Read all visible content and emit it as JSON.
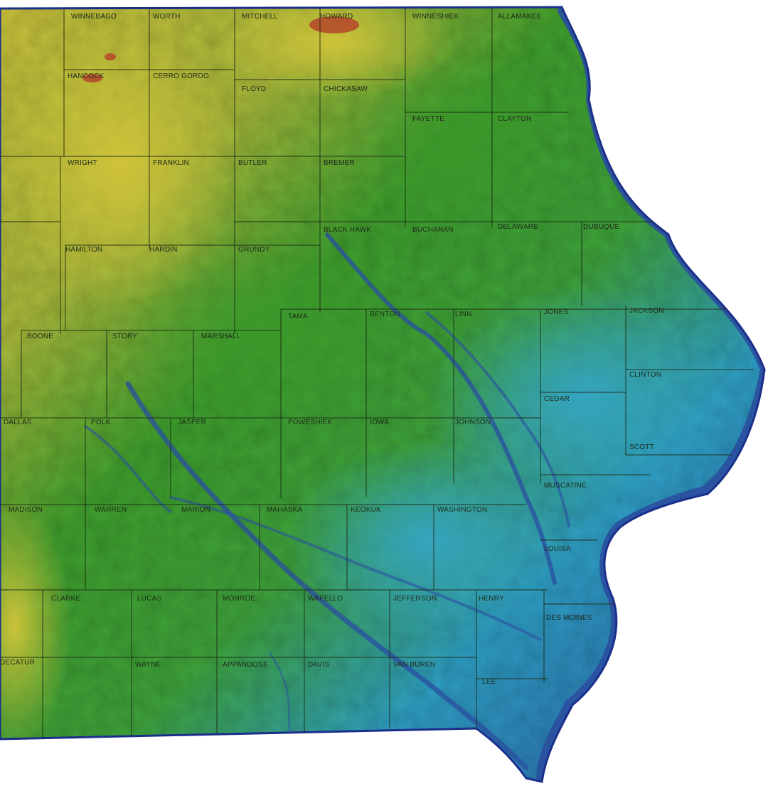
{
  "map": {
    "region": "Iowa relief map (eastern portion)",
    "colors": {
      "highland_yellow": "#c9c13a",
      "upland_green": "#3f9f2e",
      "lowland_cyan": "#2f9fc4",
      "river_blue": "#2a4fa0",
      "peak_red": "#b5452a",
      "water": "#1b2f8a",
      "county_line": "#1d2a14"
    },
    "counties": [
      {
        "id": "winnebago",
        "label": "WINNEBAGO"
      },
      {
        "id": "worth",
        "label": "WORTH"
      },
      {
        "id": "mitchell",
        "label": "MITCHELL"
      },
      {
        "id": "howard",
        "label": "HOWARD"
      },
      {
        "id": "winneshiek",
        "label": "WINNESHIEK"
      },
      {
        "id": "allamakee",
        "label": "ALLAMAKEE"
      },
      {
        "id": "hancock",
        "label": "HANCOCK"
      },
      {
        "id": "cerro-gordo",
        "label": "CERRO GORDO"
      },
      {
        "id": "floyd",
        "label": "FLOYD"
      },
      {
        "id": "chickasaw",
        "label": "CHICKASAW"
      },
      {
        "id": "fayette",
        "label": "FAYETTE"
      },
      {
        "id": "clayton",
        "label": "CLAYTON"
      },
      {
        "id": "wright",
        "label": "WRIGHT"
      },
      {
        "id": "franklin",
        "label": "FRANKLIN"
      },
      {
        "id": "butler",
        "label": "BUTLER"
      },
      {
        "id": "bremer",
        "label": "BREMER"
      },
      {
        "id": "black-hawk",
        "label": "BLACK HAWK"
      },
      {
        "id": "buchanan",
        "label": "BUCHANAN"
      },
      {
        "id": "delaware",
        "label": "DELAWARE"
      },
      {
        "id": "dubuque",
        "label": "DUBUQUE"
      },
      {
        "id": "hamilton",
        "label": "HAMILTON"
      },
      {
        "id": "hardin",
        "label": "HARDIN"
      },
      {
        "id": "grundy",
        "label": "GRUNDY"
      },
      {
        "id": "tama",
        "label": "TAMA"
      },
      {
        "id": "benton",
        "label": "BENTON"
      },
      {
        "id": "linn",
        "label": "LINN"
      },
      {
        "id": "jones",
        "label": "JONES"
      },
      {
        "id": "jackson",
        "label": "JACKSON"
      },
      {
        "id": "boone",
        "label": "BOONE"
      },
      {
        "id": "story",
        "label": "STORY"
      },
      {
        "id": "marshall",
        "label": "MARSHALL"
      },
      {
        "id": "clinton",
        "label": "CLINTON"
      },
      {
        "id": "cedar",
        "label": "CEDAR"
      },
      {
        "id": "dallas",
        "label": "DALLAS"
      },
      {
        "id": "polk",
        "label": "POLK"
      },
      {
        "id": "jasper",
        "label": "JASPER"
      },
      {
        "id": "poweshiek",
        "label": "POWESHIEK"
      },
      {
        "id": "iowa",
        "label": "IOWA"
      },
      {
        "id": "johnson",
        "label": "JOHNSON"
      },
      {
        "id": "scott",
        "label": "SCOTT"
      },
      {
        "id": "muscatine",
        "label": "MUSCATINE"
      },
      {
        "id": "madison",
        "label": "MADISON"
      },
      {
        "id": "warren",
        "label": "WARREN"
      },
      {
        "id": "marion",
        "label": "MARION"
      },
      {
        "id": "mahaska",
        "label": "MAHASKA"
      },
      {
        "id": "keokuk",
        "label": "KEOKUK"
      },
      {
        "id": "washington",
        "label": "WASHINGTON"
      },
      {
        "id": "louisa",
        "label": "LOUISA"
      },
      {
        "id": "clarke",
        "label": "CLARKE"
      },
      {
        "id": "lucas",
        "label": "LUCAS"
      },
      {
        "id": "monroe",
        "label": "MONROE"
      },
      {
        "id": "wapello",
        "label": "WAPELLO"
      },
      {
        "id": "jefferson",
        "label": "JEFFERSON"
      },
      {
        "id": "henry",
        "label": "HENRY"
      },
      {
        "id": "des-moines",
        "label": "DES MOINES"
      },
      {
        "id": "decatur",
        "label": "DECATUR"
      },
      {
        "id": "wayne",
        "label": "WAYNE"
      },
      {
        "id": "appanoose",
        "label": "APPANOOSE"
      },
      {
        "id": "davis",
        "label": "DAVIS"
      },
      {
        "id": "van-buren",
        "label": "VAN BUREN"
      },
      {
        "id": "lee",
        "label": "LEE"
      }
    ]
  }
}
